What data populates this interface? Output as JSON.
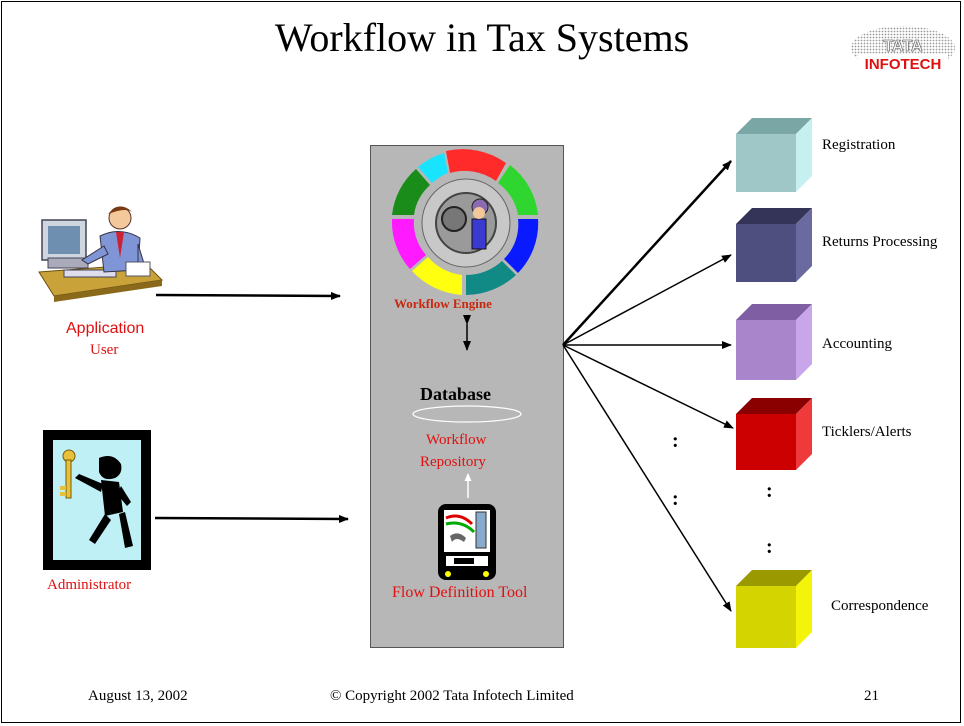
{
  "slide": {
    "title": "Workflow in Tax Systems",
    "logo": {
      "line1": "TATA",
      "line2": "INFOTECH"
    }
  },
  "left": {
    "user_line1": "Application",
    "user_line2": "User",
    "admin": "Administrator"
  },
  "center": {
    "engine": "Workflow Engine",
    "database": "Database",
    "repo_line1": "Workflow",
    "repo_line2": "Repository",
    "tool": "Flow Definition Tool"
  },
  "modules": [
    {
      "label": "Registration",
      "color": "#9fc7c7"
    },
    {
      "label": "Returns Processing",
      "color": "#4f4f7f"
    },
    {
      "label": "Accounting",
      "color": "#a986cc"
    },
    {
      "label": "Ticklers/Alerts",
      "color": "#cc0000"
    },
    {
      "label": "Correspondence",
      "color": "#d4d400"
    }
  ],
  "ellipsis": {
    "left1": ":",
    "left2": ":",
    "right1": ":",
    "right2": ":"
  },
  "footer": {
    "date": "August 13, 2002",
    "copyright": "© Copyright 2002 Tata Infotech Limited",
    "page": "21"
  },
  "colors": {
    "label_red": "#e01010",
    "panel_gray": "#b7b7b7"
  },
  "icons": [
    "office-worker-icon",
    "key-man-icon",
    "workflow-cycle-icon",
    "flow-tool-icon",
    "database-disk-icon"
  ]
}
